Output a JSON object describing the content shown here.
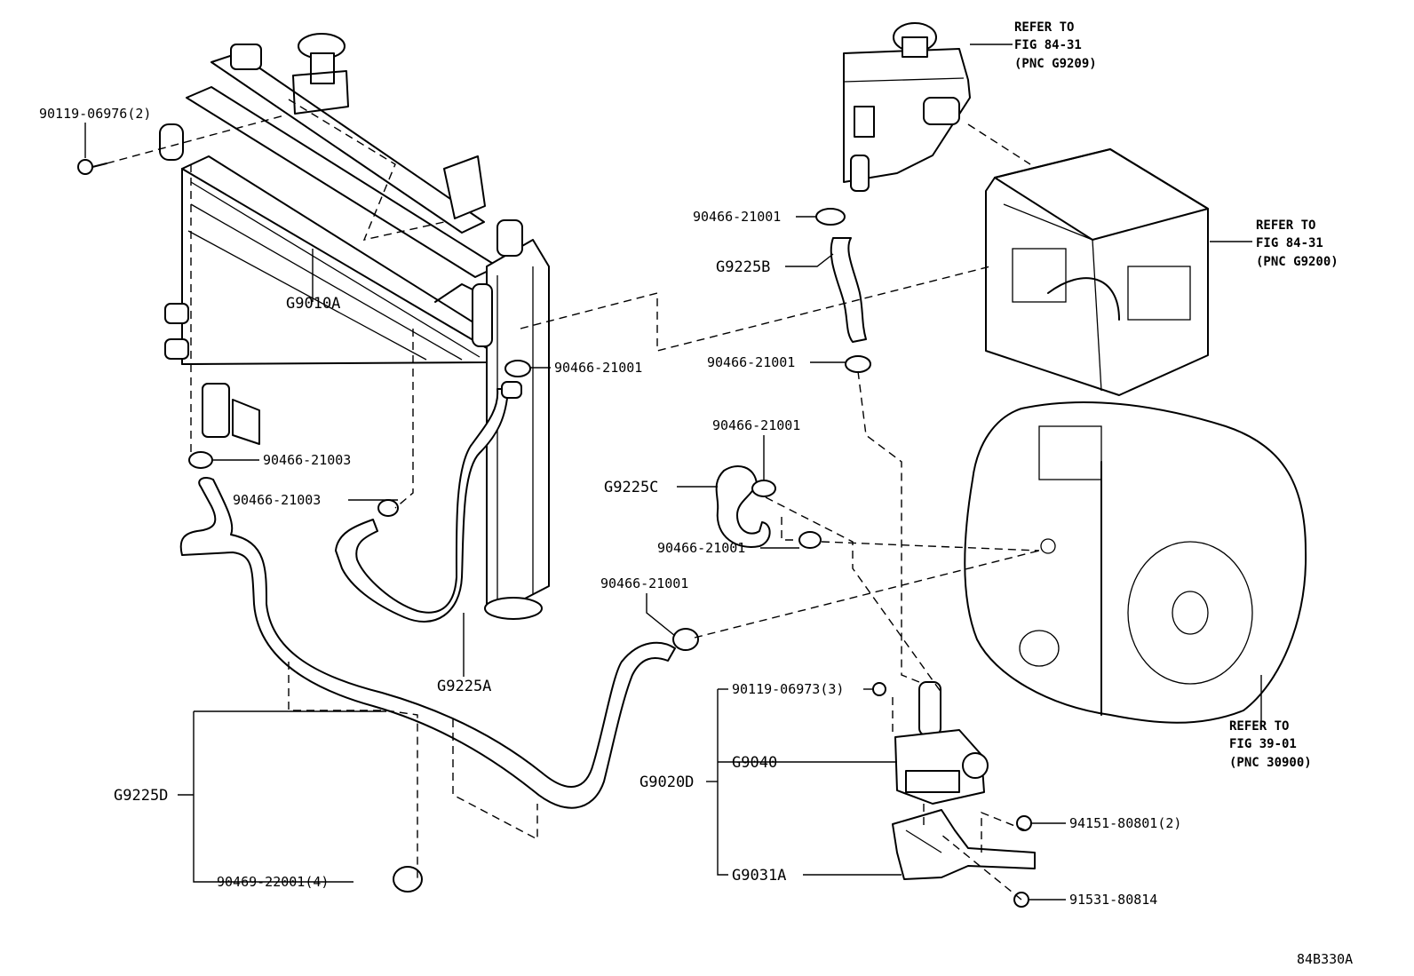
{
  "labels": {
    "bolt_radiator": "90119-06976(2)",
    "radiator": "G9010A",
    "clamp_upper_radiator": "90466-21001",
    "clamp_lower_left": "90466-21003",
    "clamp_lower_mid": "90466-21003",
    "hose_a": "G9225A",
    "hose_d": "G9225D",
    "clamp_hose_d": "90469-22001(4)",
    "clamp_reservoir": "90466-21001",
    "hose_b": "G9225B",
    "clamp_hose_b_lower": "90466-21001",
    "clamp_hose_c_upper": "90466-21001",
    "hose_c": "G9225C",
    "clamp_hose_c_lower": "90466-21001",
    "clamp_long_hose": "90466-21001",
    "bolt_pump": "90119-06973(3)",
    "pump_assy": "G9020D",
    "pump": "G9040",
    "bracket": "G9031A",
    "nut_bracket": "94151-80801(2)",
    "bolt_bracket": "91531-80814"
  },
  "refs": {
    "reservoir": [
      "REFER TO",
      "FIG 84-31",
      "(PNC G9209)"
    ],
    "inverter": [
      "REFER TO",
      "FIG 84-31",
      "(PNC G9200)"
    ],
    "transaxle": [
      "REFER TO",
      "FIG 39-01",
      "(PNC 30900)"
    ]
  },
  "figure_code": "84B330A"
}
